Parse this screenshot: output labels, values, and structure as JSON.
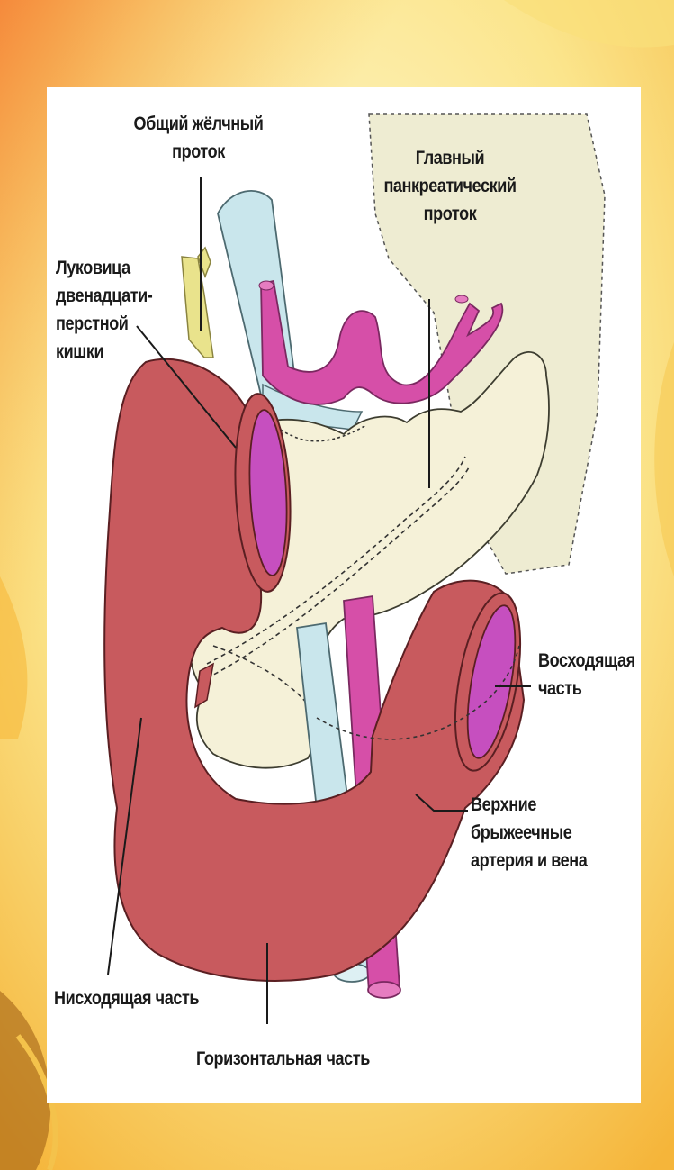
{
  "labels": {
    "common_bile_duct": [
      "Общий жёлчный",
      "проток"
    ],
    "main_pancreatic_duct": [
      "Главный",
      "панкреатический",
      "проток"
    ],
    "duodenal_bulb": [
      "Луковица",
      "двенадцати-",
      "перстной",
      "кишки"
    ],
    "ascending_part": [
      "Восходящая",
      "часть"
    ],
    "superior_mesenteric": [
      "Верхние",
      "брыжеечные",
      "артерия и вена"
    ],
    "descending_part": "Нисходящая часть",
    "horizontal_part": "Горизонтальная часть"
  },
  "colors": {
    "background_gold": "#f6c24a",
    "duodenum": "#c85a5e",
    "duodenum_lumen": "#c64fbf",
    "pancreas": "#f5f1d8",
    "vessel_pink": "#d64fa8",
    "vein_blue": "#c9e6ec",
    "bile_duct_yellow": "#e9e38c"
  }
}
